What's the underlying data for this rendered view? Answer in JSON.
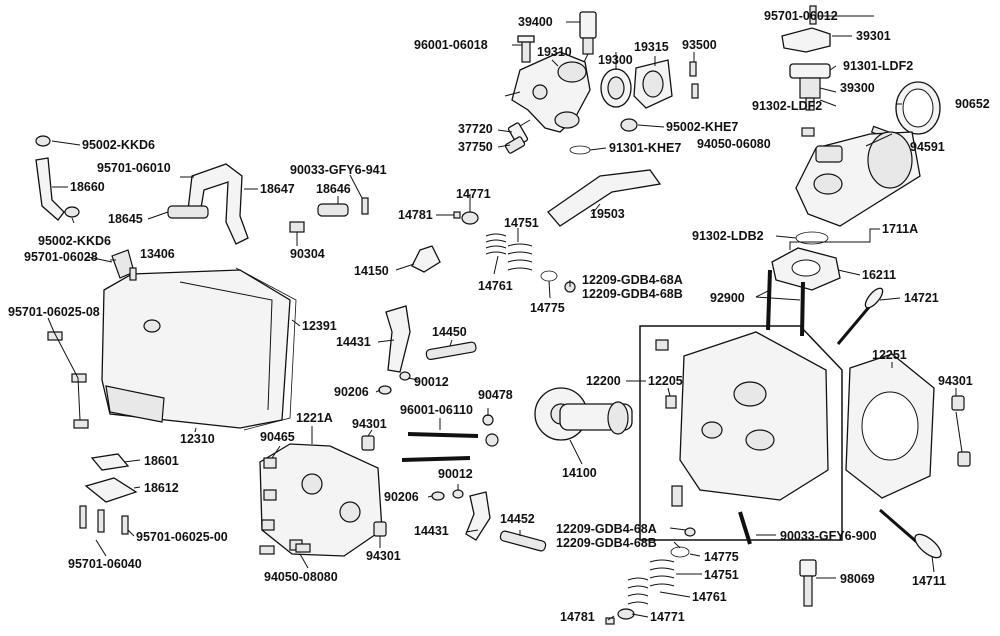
{
  "labels": {
    "p39400": "39400",
    "p95701_06012": "95701-06012",
    "p39301": "39301",
    "p96001_06018": "96001-06018",
    "p19310": "19310",
    "p19315": "19315",
    "p93500": "93500",
    "p91301_ldf2": "91301-LDF2",
    "p19300": "19300",
    "p39300": "39300",
    "p90652": "90652",
    "p91302_ldf2": "91302-LDF2",
    "p95002_kkd6_a": "95002-KKD6",
    "p37720": "37720",
    "p95002_khe7": "95002-KHE7",
    "p94050_06080": "94050-06080",
    "p94591": "94591",
    "p37750": "37750",
    "p91301_khe7": "91301-KHE7",
    "p95701_06010": "95701-06010",
    "p90033_gfy6_941": "90033-GFY6-941",
    "p18660": "18660",
    "p18647": "18647",
    "p18646": "18646",
    "p14771_a": "14771",
    "p18645": "18645",
    "p14781_a": "14781",
    "p14751_a": "14751",
    "p19503": "19503",
    "p95002_kkd6_b": "95002-KKD6",
    "p90304": "90304",
    "p91302_ldb2": "91302-LDB2",
    "p1711a": "1711A",
    "p95701_06028": "95701-06028",
    "p13406": "13406",
    "p14150": "14150",
    "p12209_68a_a": "12209-GDB4-68A",
    "p12209_68b_a": "12209-GDB4-68B",
    "p16211": "16211",
    "p14761_a": "14761",
    "p92900": "92900",
    "p14721": "14721",
    "p95701_06025_08": "95701-06025-08",
    "p14775_a": "14775",
    "p12391": "12391",
    "p14450": "14450",
    "p14431_a": "14431",
    "p12251": "12251",
    "p12200": "12200",
    "p12205": "12205",
    "p94301_a": "94301",
    "p90206_a": "90206",
    "p90012_a": "90012",
    "p90478": "90478",
    "p12310": "12310",
    "p90465": "90465",
    "p1221a": "1221A",
    "p96001_06110": "96001-06110",
    "p94301_b": "94301",
    "p14100": "14100",
    "p18601": "18601",
    "p90012_b": "90012",
    "p18612": "18612",
    "p90206_b": "90206",
    "p14452": "14452",
    "p14431_b": "14431",
    "p12209_68a_b": "12209-GDB4-68A",
    "p12209_68b_b": "12209-GDB4-68B",
    "p90033_gfy6_900": "90033-GFY6-900",
    "p95701_06025_00": "95701-06025-00",
    "p14775_b": "14775",
    "p95701_06040": "95701-06040",
    "p94301_c": "94301",
    "p14751_b": "14751",
    "p14761_b": "14761",
    "p98069": "98069",
    "p94050_08080": "94050-08080",
    "p14781_b": "14781",
    "p14771_b": "14771",
    "p14711": "14711"
  }
}
